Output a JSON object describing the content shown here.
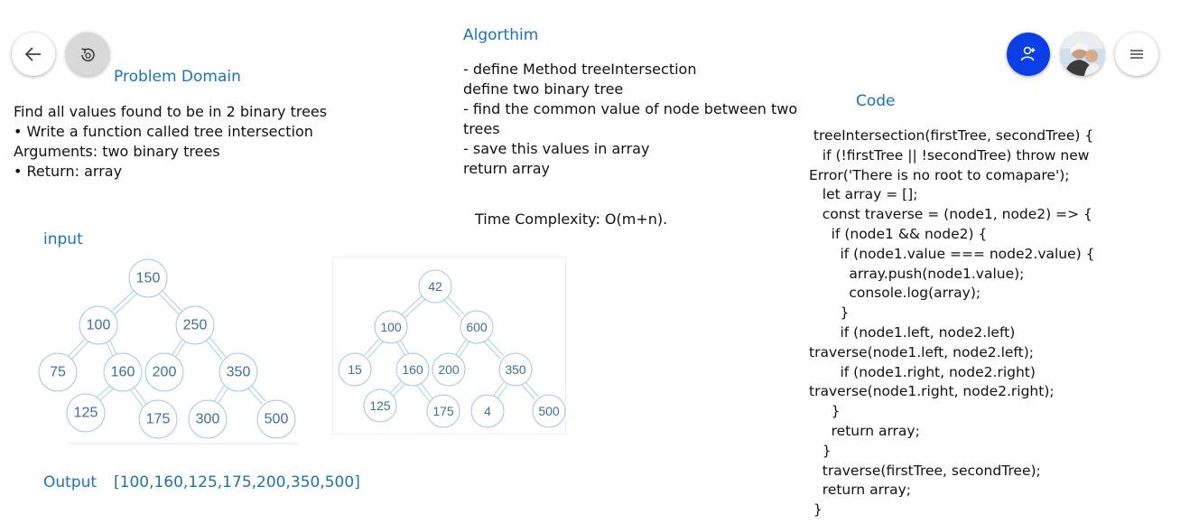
{
  "toolbar": {
    "back_icon": "arrow-left-icon",
    "replay_icon": "replay-icon",
    "profile_icon": "add-person-icon",
    "menu_icon": "menu-icon"
  },
  "problem": {
    "heading": "Problem Domain",
    "lines": [
      "Find all values found to be in 2 binary trees",
      "• Write a function called tree intersection",
      "Arguments: two binary trees",
      "• Return: array"
    ]
  },
  "algorithm": {
    "heading": "Algorthim",
    "lines": [
      "- define Method treeIntersection",
      "define two binary tree",
      "- find the common value of node between two",
      "trees",
      "- save this values in array",
      "return array"
    ],
    "complexity": "Time Complexity: O(m+n)."
  },
  "input": {
    "heading": "input",
    "tree1": [
      "150",
      "100",
      "250",
      "75",
      "160",
      "200",
      "350",
      "125",
      "175",
      "300",
      "500"
    ],
    "tree2": [
      "42",
      "100",
      "600",
      "15",
      "160",
      "200",
      "350",
      "125",
      "175",
      "4",
      "500"
    ]
  },
  "output": {
    "label": "Output",
    "value": "[100,160,125,175,200,350,500]"
  },
  "code": {
    "heading": "Code",
    "lines": [
      " treeIntersection(firstTree, secondTree) {",
      "   if (!firstTree || !secondTree) throw new",
      "Error('There is no root to comapare');",
      "   let array = [];",
      "   const traverse = (node1, node2) => {",
      "     if (node1 && node2) {",
      "       if (node1.value === node2.value) {",
      "         array.push(node1.value);",
      "         console.log(array);",
      "       }",
      "       if (node1.left, node2.left)",
      "traverse(node1.left, node2.left);",
      "       if (node1.right, node2.right)",
      "traverse(node1.right, node2.right);",
      "     }",
      "     return array;",
      "   }",
      "   traverse(firstTree, secondTree);",
      "   return array;",
      " }"
    ]
  },
  "colors": {
    "accent": "#1a73b8",
    "primary_button": "#0b3ee6",
    "node_stroke": "#9fc4e6",
    "node_text": "#3d6f99"
  }
}
